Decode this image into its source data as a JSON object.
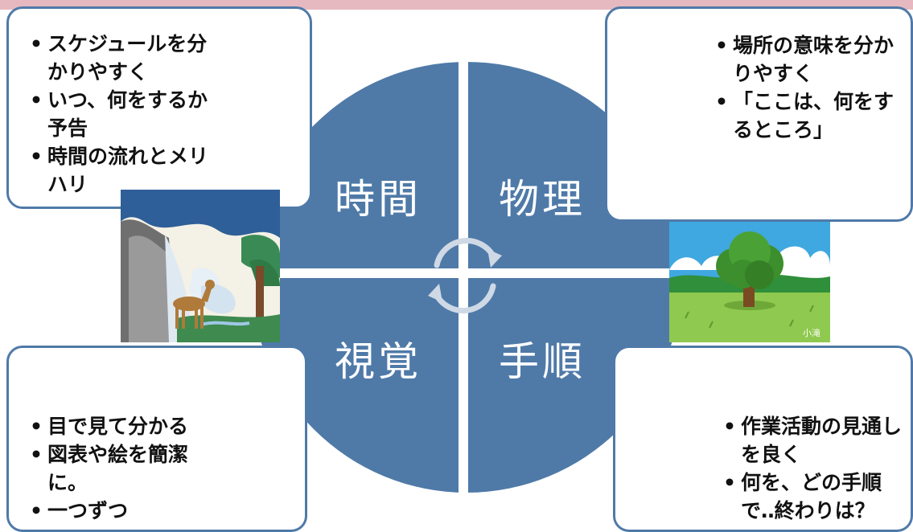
{
  "quadrants": {
    "top_left": "時間",
    "top_right": "物理",
    "bottom_left": "視覚",
    "bottom_right": "手順"
  },
  "boxes": {
    "top_left": [
      "スケジュールを分かりやすく",
      "いつ、何をするか予告",
      "時間の流れとメリハリ"
    ],
    "top_right": [
      "場所の意味を分かりやすく",
      "「ここは、何をするところ」"
    ],
    "bottom_left": [
      "目で見て分かる",
      "図表や絵を簡潔に。",
      "一つずつ"
    ],
    "bottom_right": [
      "作業活動の見通しを良く",
      "何を、どの手順で‥終わりは？"
    ]
  },
  "image_right_caption": "小滝",
  "colors": {
    "circle": "#4f7aa8",
    "box_border": "#4f7aa8",
    "top_bar": "#e6b9c0"
  }
}
